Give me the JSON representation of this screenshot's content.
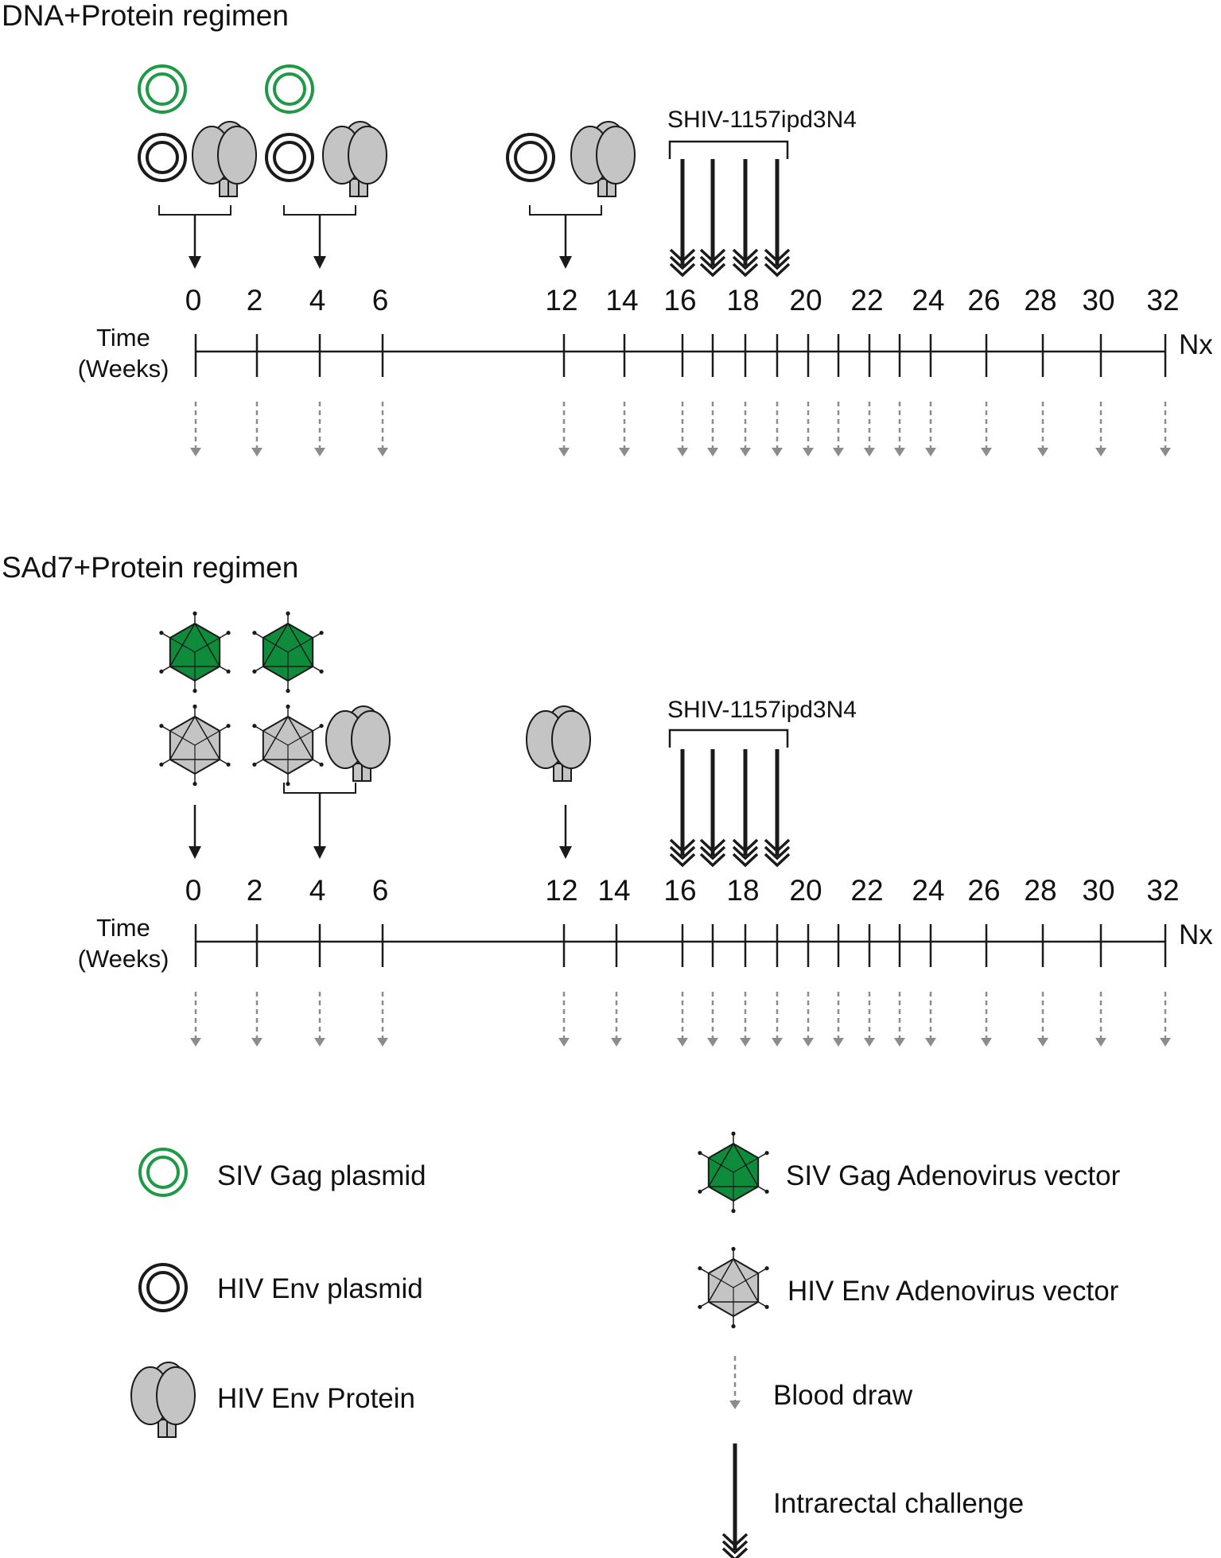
{
  "panels": [
    {
      "title": "DNA+Protein regimen",
      "axis_label_line1": "Time",
      "axis_label_line2": "(Weeks)",
      "end_label": "Nx",
      "tick_labels": [
        "0",
        "2",
        "4",
        "6",
        "12",
        "14",
        "16",
        "18",
        "20",
        "22",
        "24",
        "26",
        "28",
        "30",
        "32"
      ],
      "timeline_ticks_weeks": [
        0,
        2,
        4,
        6,
        12,
        14,
        16,
        17,
        18,
        19,
        20,
        21,
        22,
        23,
        24,
        26,
        28,
        30,
        32
      ],
      "blood_draw_weeks": [
        0,
        2,
        4,
        6,
        12,
        14,
        16,
        17,
        18,
        19,
        20,
        21,
        22,
        23,
        24,
        26,
        28,
        30,
        32
      ],
      "challenge_label": "SHIV-1157ipd3N4",
      "challenge_weeks": [
        16,
        17,
        18,
        19
      ],
      "immunizations": [
        {
          "week": 0,
          "items": [
            "siv-gag-plasmid",
            "hiv-env-plasmid",
            "hiv-env-protein"
          ]
        },
        {
          "week": 4,
          "items": [
            "siv-gag-plasmid",
            "hiv-env-plasmid",
            "hiv-env-protein"
          ]
        },
        {
          "week": 12,
          "items": [
            "hiv-env-plasmid",
            "hiv-env-protein"
          ]
        }
      ]
    },
    {
      "title": "SAd7+Protein regimen",
      "axis_label_line1": "Time",
      "axis_label_line2": "(Weeks)",
      "end_label": "Nx",
      "tick_labels": [
        "0",
        "2",
        "4",
        "6",
        "12",
        "14",
        "16",
        "18",
        "20",
        "22",
        "24",
        "26",
        "28",
        "30",
        "32"
      ],
      "timeline_ticks_weeks": [
        0,
        2,
        4,
        6,
        12,
        14,
        16,
        17,
        18,
        19,
        20,
        21,
        22,
        23,
        24,
        26,
        28,
        30,
        32
      ],
      "blood_draw_weeks": [
        0,
        2,
        4,
        6,
        12,
        14,
        16,
        17,
        18,
        19,
        20,
        21,
        22,
        23,
        24,
        26,
        28,
        30,
        32
      ],
      "challenge_label": "SHIV-1157ipd3N4",
      "challenge_weeks": [
        16,
        17,
        18,
        19
      ],
      "immunizations": [
        {
          "week": 0,
          "items": [
            "siv-gag-adenovirus",
            "hiv-env-adenovirus"
          ]
        },
        {
          "week": 4,
          "items": [
            "siv-gag-adenovirus",
            "hiv-env-adenovirus",
            "hiv-env-protein"
          ]
        },
        {
          "week": 12,
          "items": [
            "hiv-env-protein"
          ]
        }
      ]
    }
  ],
  "legend": {
    "siv_gag_plasmid": "SIV Gag plasmid",
    "hiv_env_plasmid": "HIV Env plasmid",
    "hiv_env_protein": "HIV Env Protein",
    "siv_gag_adenovirus": "SIV Gag Adenovirus vector",
    "hiv_env_adenovirus": "HIV Env Adenovirus vector",
    "blood_draw": "Blood draw",
    "intrarectal_challenge": "Intrarectal challenge"
  },
  "colors": {
    "siv_gag_green": "#1e9a46",
    "adenovirus_green": "#0e8c3c",
    "protein_gray": "#c4c4c4",
    "blood_draw_gray": "#8c8c8c",
    "ink": "#1a1a1a"
  }
}
